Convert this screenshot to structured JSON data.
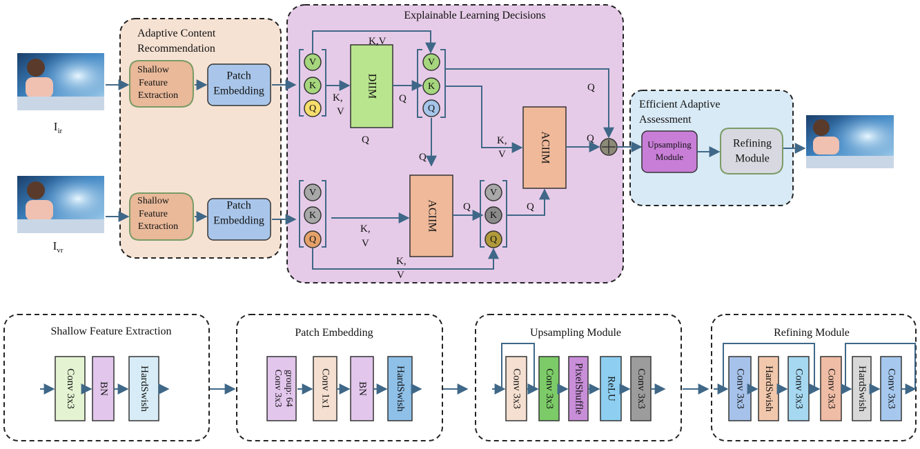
{
  "colors": {
    "arrow": "#3f6787",
    "adaptive_bg": "#f6e2d3",
    "explain_bg": "#e6cbe8",
    "assess_bg": "#d8eaf6",
    "shallow_fill": "#e9b99a",
    "patch_fill": "#a9c6ea",
    "diim_fill": "#b9e58e",
    "aciim_fill": "#efb99a",
    "upsample_fill": "#c87ed7",
    "refine_fill": "#d8d8e0",
    "v_green": "#a6d67d",
    "q_yellow": "#f7dd6b",
    "q_blue": "#a6c5ea",
    "gray_circle": "#a8a8a8",
    "k_dark": "#8a8a8a",
    "q_orange": "#e4a26a",
    "q_olive": "#b09a3a",
    "adder": "#8d8a78"
  },
  "inputs": {
    "ir_label": "I",
    "ir_sub": "ir",
    "vr_label": "I",
    "vr_sub": "vr",
    "image_icon": "child-with-laptop-photo"
  },
  "output": {
    "image_icon": "fused-child-photo"
  },
  "adaptive": {
    "title_line1": "Adaptive Content",
    "title_line2": "Recommendation",
    "shallow_line1": "Shallow",
    "shallow_line2": "Feature",
    "shallow_line3": "Extraction",
    "patch_line1": "Patch",
    "patch_line2": "Embedding"
  },
  "explainable": {
    "title": "Explainable Learning Decisions",
    "V": "V",
    "K": "K",
    "Q": "Q",
    "KV": "K,V",
    "K_comma": "K,",
    "V_only": "V",
    "diim": "DIIM",
    "aciim": "ACIIM"
  },
  "assessment": {
    "title_line1": "Efficient Adaptive",
    "title_line2": "Assessment",
    "upsample_line1": "Upsampling",
    "upsample_line2": "Module",
    "refine_line1": "Refining",
    "refine_line2": "Module"
  },
  "details": {
    "shallow": {
      "title": "Shallow Feature Extraction",
      "layers": [
        {
          "label": "Conv 3x3",
          "fill": "#e4f4d2"
        },
        {
          "label": "BN",
          "fill": "#e2c6ec"
        },
        {
          "label": "HardSwish",
          "fill": "#d7ecf6"
        }
      ]
    },
    "patch": {
      "title": "Patch Embedding",
      "first_line1": "Conv 3x3",
      "first_line2": "group: 64",
      "first_fill": "#e2c6ec",
      "layers": [
        {
          "label": "Conv 1x1",
          "fill": "#f4dfd0"
        },
        {
          "label": "BN",
          "fill": "#e2c6ec"
        },
        {
          "label": "HardSwish",
          "fill": "#8ec0e8"
        }
      ]
    },
    "upsampling": {
      "title": "Upsampling Module",
      "layers": [
        {
          "label": "Conv 3x3",
          "fill": "#f4dfd0"
        },
        {
          "label": "Conv 3x3",
          "fill": "#7ccb68"
        },
        {
          "label": "PixelShuffle",
          "fill": "#c88ed8"
        },
        {
          "label": "ReLU",
          "fill": "#8ecff1"
        },
        {
          "label": "Conv 3x3",
          "fill": "#9c9c9c"
        }
      ]
    },
    "refining": {
      "title": "Refining Module",
      "layers": [
        {
          "label": "Conv 3x3",
          "fill": "#a6c2ea"
        },
        {
          "label": "HardSwish",
          "fill": "#f2c8ad"
        },
        {
          "label": "Conv 3x3",
          "fill": "#a6d8f1"
        },
        {
          "label": "Conv 3x3",
          "fill": "#efbca5"
        },
        {
          "label": "HardSwish",
          "fill": "#d8d8d8"
        },
        {
          "label": "Conv 3x3",
          "fill": "#a6c8ee"
        }
      ]
    }
  }
}
